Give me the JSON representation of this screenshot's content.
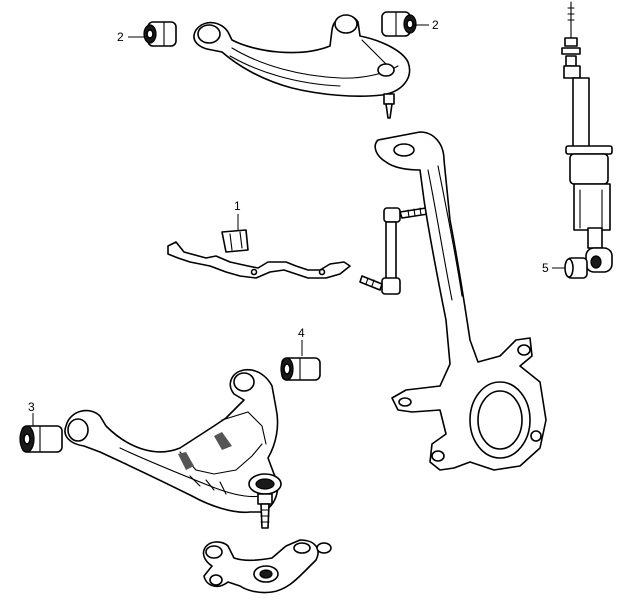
{
  "callouts": [
    {
      "id": "c2a",
      "label": "2"
    },
    {
      "id": "c2b",
      "label": "2"
    },
    {
      "id": "c1",
      "label": "1"
    },
    {
      "id": "c5",
      "label": "5"
    },
    {
      "id": "c4",
      "label": "4"
    },
    {
      "id": "c3",
      "label": "3"
    }
  ]
}
